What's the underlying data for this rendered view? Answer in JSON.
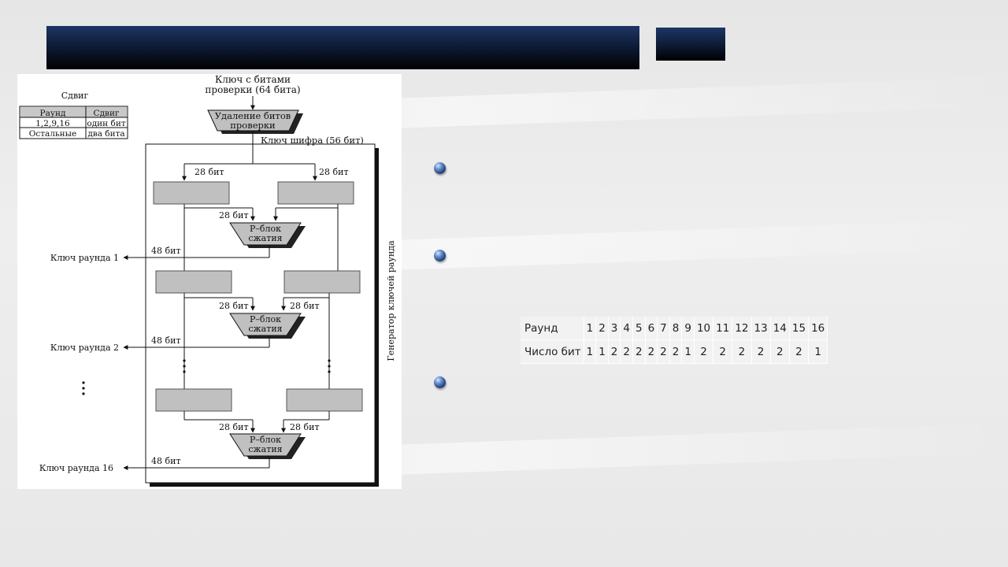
{
  "colors": {
    "title_bar_top": "#1d3565",
    "title_bar_bottom": "#000000",
    "box_fill": "#c0c0c0",
    "bullet": "#2c5aa0"
  },
  "diagram": {
    "input_key": [
      "Ключ с битами",
      "проверки (64 бита)"
    ],
    "parity_drop": [
      "Удаление битов",
      "проверки"
    ],
    "cipher_key": "Ключ шифра (56 бит)",
    "bits_28": "28 бит",
    "bits_48": "48 бит",
    "pbox": [
      "P–блок",
      "сжатия"
    ],
    "round_key_1": "Ключ раунда 1",
    "round_key_2": "Ключ раунда 2",
    "round_key_16": "Ключ раунда 16",
    "generator_label": "Генератор ключей раунда",
    "shift_table": {
      "title": "Сдвиг",
      "headers": [
        "Раунд",
        "Сдвиг"
      ],
      "rows": [
        [
          "1,2,9,16",
          "один бит"
        ],
        [
          "Остальные",
          "два бита"
        ]
      ]
    }
  },
  "bits_table": {
    "row1_label": "Раунд",
    "rounds": [
      "1",
      "2",
      "3",
      "4",
      "5",
      "6",
      "7",
      "8",
      "9",
      "10",
      "11",
      "12",
      "13",
      "14",
      "15",
      "16"
    ],
    "row2_label": "Число бит",
    "shifts": [
      "1",
      "1",
      "2",
      "2",
      "2",
      "2",
      "2",
      "2",
      "1",
      "2",
      "2",
      "2",
      "2",
      "2",
      "2",
      "1"
    ]
  }
}
